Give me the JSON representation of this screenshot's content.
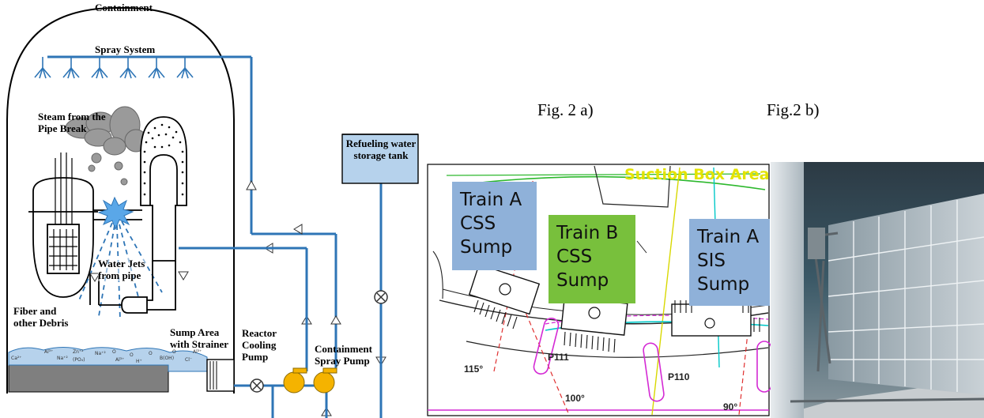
{
  "figure1": {
    "containment": "Containment",
    "spray_system": "Spray System",
    "steam": "Steam from the Pipe Break",
    "water_jets": "Water Jets from pipe",
    "fiber": "Fiber and other Debris",
    "sump_area": "Sump Area with Strainer",
    "reactor_pump": "Reactor Cooling Pump",
    "spray_pump": "Containment Spray Pump",
    "rwst": "Refueling water storage tank",
    "debris_ions": [
      "Ca²⁺",
      "Al³⁺",
      "Na⁺²",
      "Zn⁺²",
      "(PO₄)",
      "Na⁺²",
      "O",
      "Al³⁺",
      "O",
      "H⁺",
      "O",
      "B(OH)",
      "O",
      "Cl⁻",
      "Al³⁺"
    ]
  },
  "figure2a": {
    "caption": "Fig. 2 a)",
    "suction_box": "Suction Box Area",
    "train_a_css": "Train A CSS Sump",
    "train_b_css": "Train B CSS Sump",
    "train_a_sis": "Train A SIS Sump",
    "pipe_labels": [
      "P111",
      "P110"
    ],
    "angles": [
      "115°",
      "100°",
      "90°"
    ]
  },
  "figure2b": {
    "caption": "Fig.2  b)"
  },
  "colors": {
    "pipe": "#2e75b6",
    "pump": "#f5b300",
    "water": "#b6d2ec",
    "train_a_box": "#8fb1d9",
    "train_b_box": "#78c03c"
  }
}
